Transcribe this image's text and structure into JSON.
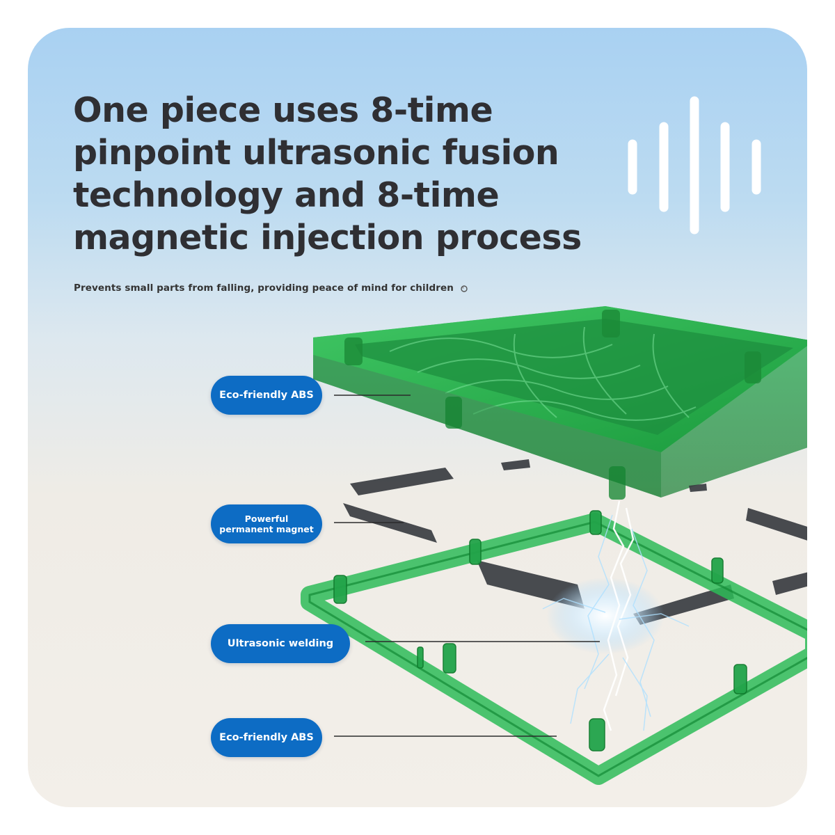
{
  "headline": {
    "line1": "One piece uses 8-time",
    "line2": "pinpoint ultrasonic fusion",
    "line3": "technology and 8-time",
    "line4": "magnetic injection process"
  },
  "subline": "Prevents small parts from falling, providing peace of mind for children",
  "labels": {
    "abs_top": "Eco-friendly ABS",
    "magnet_line1": "Powerful",
    "magnet_line2": "permanent magnet",
    "ultrasonic": "Ultrasonic welding",
    "abs_bottom": "Eco-friendly ABS"
  },
  "icons": [
    "sound-wave-icon",
    "bubble-icon"
  ],
  "colors": {
    "badge": "#0d6cc4",
    "tile_green": "#22a84a",
    "headline_text": "#2f2f33",
    "magnet": "#3a3d42"
  }
}
